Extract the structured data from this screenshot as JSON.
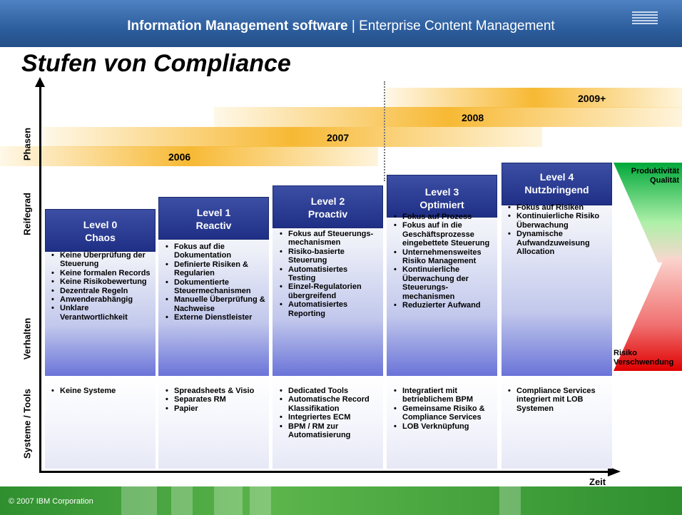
{
  "header": {
    "brand": "Information Management software",
    "separator": " | ",
    "product": "Enterprise Content Management"
  },
  "title": "Stufen von Compliance",
  "phases": [
    "2006",
    "2007",
    "2008",
    "2009+"
  ],
  "row_labels": {
    "phasen": "Phasen",
    "reifegrad": "Reifegrad",
    "verhalten": "Verhalten",
    "systeme": "Systeme / Tools"
  },
  "axis": {
    "x_label": "Zeit"
  },
  "levels": [
    {
      "heading": "Level 0\nChaos",
      "behaviors": [
        "Keine Überprüfung der Steuerung",
        "Keine formalen Records",
        "Keine Risikobewertung",
        "Dezentrale Regeln",
        "Anwenderabhängig",
        "Unklare Verantwortlichkeit"
      ],
      "systems": [
        "Keine Systeme"
      ]
    },
    {
      "heading": "Level 1\nReactiv",
      "behaviors": [
        "Fokus auf die Dokumentation",
        "Definierte Risiken & Regularien",
        "Dokumentierte Steuermechanismen",
        "Manuelle Überprüfung & Nachweise",
        "Externe Dienstleister"
      ],
      "systems": [
        "Spreadsheets & Visio",
        "Separates RM",
        "Papier"
      ]
    },
    {
      "heading": "Level 2\nProactiv",
      "behaviors": [
        "Fokus auf Steuerungs-mechanismen",
        "Risiko-basierte Steuerung",
        "Automatisiertes Testing",
        "Einzel-Regulatorien übergreifend",
        "Automatisiertes Reporting"
      ],
      "systems": [
        "Dedicated Tools",
        "Automatische Record Klassifikation",
        "Integriertes ECM",
        "BPM / RM zur Automatisierung"
      ]
    },
    {
      "heading": "Level 3\nOptimiert",
      "behaviors": [
        "Fokus auf Prozess",
        "Fokus auf in die Geschäftsprozesse eingebettete Steuerung",
        "Unternehmensweites Risiko Management",
        "Kontinuierliche Überwachung der Steuerungs-mechanismen",
        "Reduzierter Aufwand"
      ],
      "systems": [
        "Integratiert mit betrieblichem BPM",
        "Gemeinsame Risiko & Compliance Services",
        "LOB Verknüpfung"
      ]
    },
    {
      "heading": "Level 4\nNutzbringend",
      "behaviors": [
        "Fokus auf Risiken",
        "Kontinuierliche Risiko Überwachung",
        "Dynamische Aufwandzuweisung Allocation"
      ],
      "systems": [
        "Compliance Services integriert mit LOB Systemen"
      ]
    }
  ],
  "scale": {
    "top": "Produktivität\nQualität",
    "bottom": "Risiko\nVerschwendung"
  },
  "footer": {
    "copyright": "© 2007 IBM Corporation"
  },
  "colors": {
    "header": "#2d5e9e",
    "level_head": "#1f2f86",
    "phase_bar": "#f7b934",
    "footer": "#3f9f3f"
  },
  "icons": {
    "logo": "ibm-logo"
  }
}
